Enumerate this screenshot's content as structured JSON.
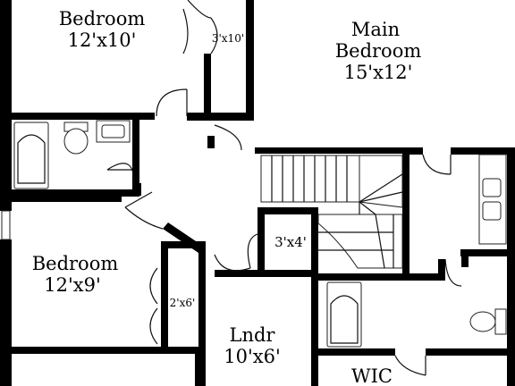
{
  "rooms": {
    "bedroom_top": {
      "name": "Bedroom",
      "size": "12'x10'"
    },
    "main_bedroom": {
      "name_line1": "Main",
      "name_line2": "Bedroom",
      "size": "15'x12'"
    },
    "bedroom_left": {
      "name": "Bedroom",
      "size": "12'x9'"
    },
    "laundry": {
      "name": "Lndr",
      "size": "10'x6'"
    },
    "wic": {
      "name": "WIC"
    }
  },
  "closets": {
    "top_closet": "3'x10'",
    "left_closet": "2'x6'",
    "center_closet": "3'x4'"
  }
}
